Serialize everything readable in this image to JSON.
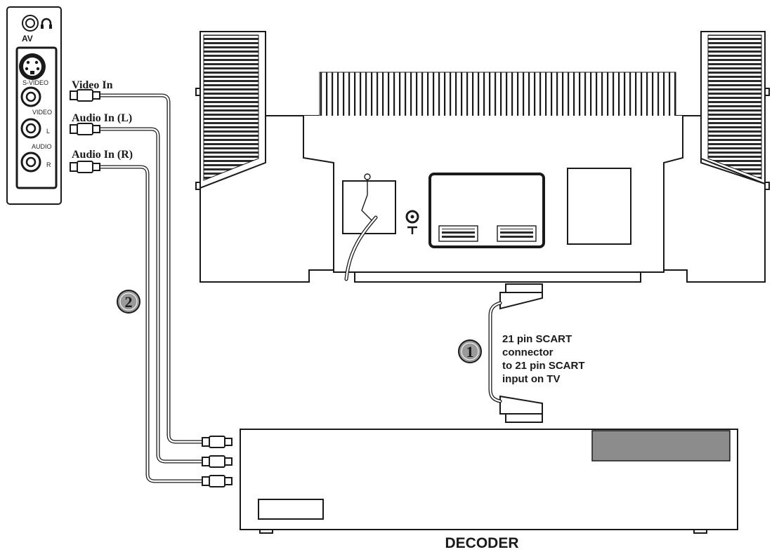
{
  "panel": {
    "av_label": "AV",
    "headphone_symbol": "headphones-icon",
    "svideo_label": "S-VIDEO",
    "video_label": "VIDEO",
    "video_letter": "L",
    "audio_label": "AUDIO",
    "audio_letter": "R"
  },
  "cables": {
    "video_in": "Video In",
    "audio_in_l": "Audio In (L)",
    "audio_in_r": "Audio In (R)"
  },
  "steps": {
    "step1_number": "1",
    "step2_number": "2"
  },
  "scart_note": {
    "line1": "21 pin SCART",
    "line2": "connector",
    "line3": "to 21 pin SCART",
    "line4": "input on TV"
  },
  "decoder": {
    "label": "DECODER"
  },
  "colors": {
    "line": "#1a1a1a",
    "grey_fill": "#8c8c8c",
    "step_circle": "#9a9a9a"
  }
}
